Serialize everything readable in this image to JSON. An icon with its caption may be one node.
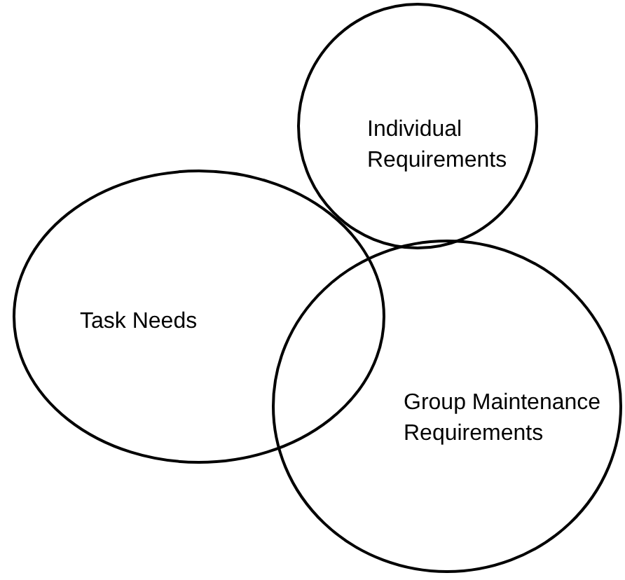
{
  "diagram": {
    "nodes": [
      {
        "text": [
          "Individual Requirements"
        ]
      },
      {
        "text": [
          "Task Needs"
        ]
      },
      {
        "text": [
          "Group Maintenance Requirements"
        ]
      }
    ]
  }
}
